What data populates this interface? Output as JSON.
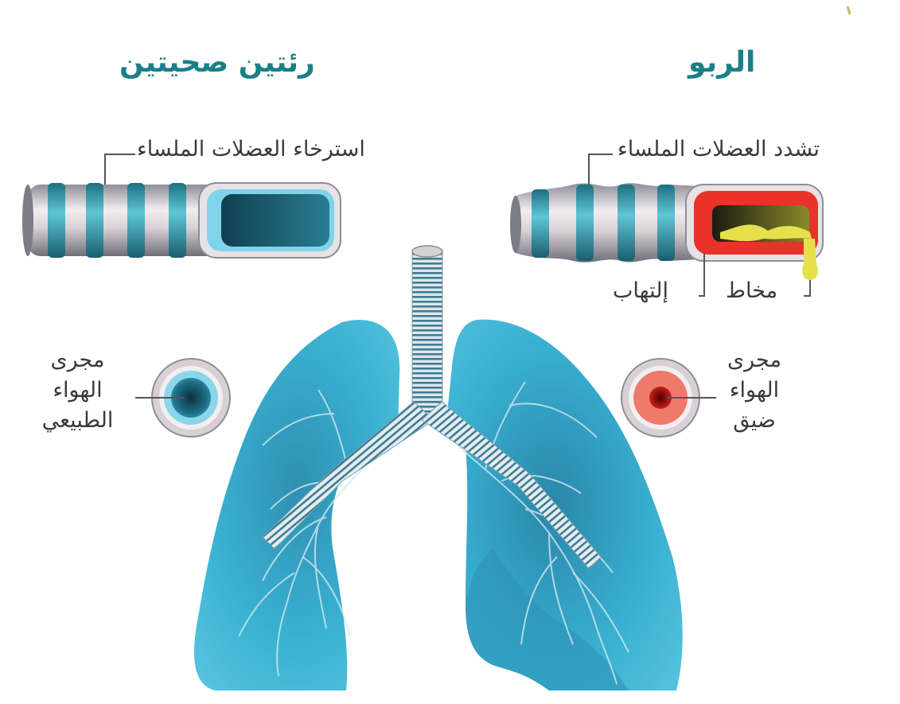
{
  "healthy": {
    "title": "رئتين صحيتين",
    "muscle_label": "استرخاء العضلات الملساء",
    "airway_label": [
      "مجرى",
      "الهواء",
      "الطبيعي"
    ]
  },
  "asthma": {
    "title": "الربو",
    "muscle_label": "تشدد العضلات الملساء",
    "mucus_label": "مخاط",
    "inflammation_label": "إلتهاب",
    "airway_label": [
      "مجرى",
      "الهواء",
      "ضيق"
    ]
  },
  "colors": {
    "title_teal": "#1a7f87",
    "lung_blue": "#41b8d6",
    "muscle_band": "#3aa6b8",
    "inflammation_red": "#e8322a",
    "mucus_yellow": "#e6e04a"
  }
}
